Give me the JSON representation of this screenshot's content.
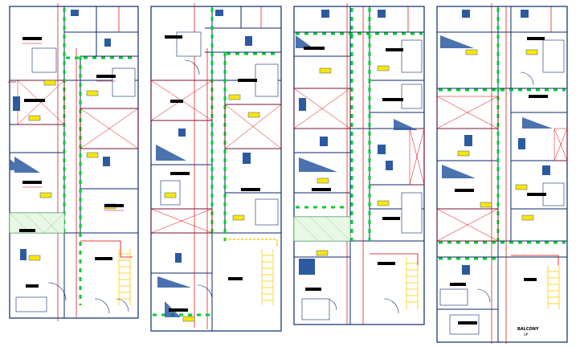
{
  "drawing": {
    "sheets": [
      {
        "id": "plan-1"
      },
      {
        "id": "plan-2"
      },
      {
        "id": "plan-3"
      },
      {
        "id": "plan-4"
      }
    ]
  },
  "labels": {
    "corner_room_title": "BALCONY",
    "corner_room_sub": "UP"
  },
  "colors": {
    "wall": "#0b2a6b",
    "axis": "#e00000",
    "dims": "#ff0000",
    "green_dash": "#00cc33",
    "stair": "#ffcc00",
    "fixture": "#2c5aa0",
    "hatch": "#66bb66",
    "background": "#ffffff"
  }
}
